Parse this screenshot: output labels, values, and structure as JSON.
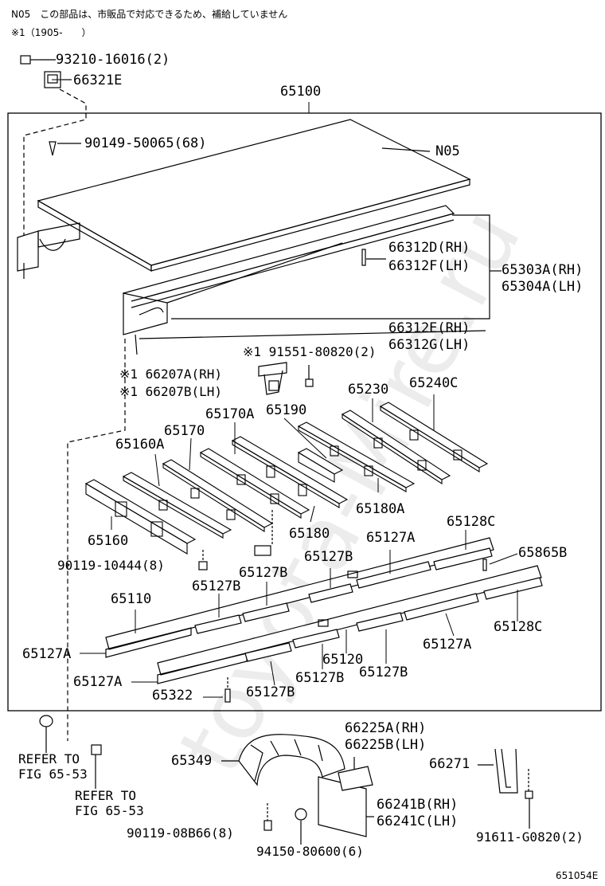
{
  "notes": {
    "line1": "N05　この部品は、市販品で対応できるため、補給していません",
    "line2": "※1（1905-　　）"
  },
  "watermark": "toyota-Mire.ru",
  "figure_code": "651054E",
  "labels": {
    "p93210": "93210-16016(2)",
    "p66321E": "66321E",
    "p65100": "65100",
    "p90149": "90149-50065(68)",
    "pN05": "N05",
    "p66312D": "66312D(RH)",
    "p66312F": "66312F(LH)",
    "p65303A": "65303A(RH)",
    "p65304A": "65304A(LH)",
    "p66312E": "66312E(RH)",
    "p66312G": "66312G(LH)",
    "p91551": "※1 91551-80820(2)",
    "p66207A": "※1 66207A(RH)",
    "p66207B": "※1 66207B(LH)",
    "p65230": "65230",
    "p65240C": "65240C",
    "p65170A": "65170A",
    "p65190": "65190",
    "p65170": "65170",
    "p65160A": "65160A",
    "p65180A": "65180A",
    "p65180": "65180",
    "p65160": "65160",
    "p65128C_top": "65128C",
    "p65127A_top": "65127A",
    "p65865B": "65865B",
    "p90119_10444": "90119-10444(8)",
    "p65127B_a": "65127B",
    "p65127B_b": "65127B",
    "p65127B_c": "65127B",
    "p65110": "65110",
    "p65127A_left": "65127A",
    "p65127A_mid": "65127A",
    "p65128C_right": "65128C",
    "p65120": "65120",
    "p65127A_low": "65127A",
    "p65127B_d": "65127B",
    "p65127B_e": "65127B",
    "p65322": "65322",
    "p65127B_f": "65127B",
    "refer1_a": "REFER TO",
    "refer1_b": "FIG 65-53",
    "refer2_a": "REFER TO",
    "refer2_b": "FIG 65-53",
    "p65349": "65349",
    "p66225A": "66225A(RH)",
    "p66225B": "66225B(LH)",
    "p66271": "66271",
    "p66241B": "66241B(RH)",
    "p66241C": "66241C(LH)",
    "p90119_08B66": "90119-08B66(8)",
    "p94150": "94150-80600(6)",
    "p91611": "91611-G0820(2)"
  }
}
